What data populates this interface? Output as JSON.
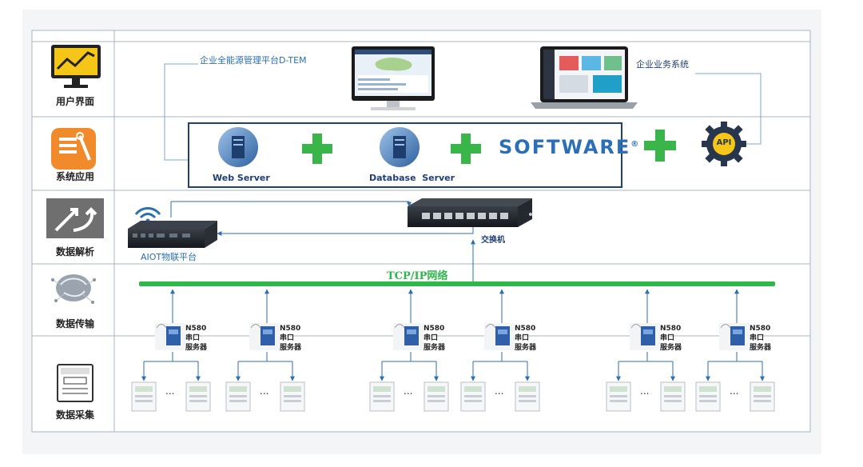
{
  "layers": [
    {
      "id": "ui",
      "label": "用户界面",
      "icon": "chart-monitor-icon"
    },
    {
      "id": "app",
      "label": "系统应用",
      "icon": "tools-icon"
    },
    {
      "id": "parse",
      "label": "数据解析",
      "icon": "exchange-arrows-icon"
    },
    {
      "id": "transfer",
      "label": "数据传输",
      "icon": "brain-network-icon"
    },
    {
      "id": "collect",
      "label": "数据采集",
      "icon": "energy-meter-icon"
    }
  ],
  "ui_layer": {
    "platform_label": "企业全能源管理平台D-TEM",
    "business_label": "企业业务系统"
  },
  "software_box": {
    "web_server_label": "Web Server",
    "db_server_label": "Database  Server",
    "software_label": "SOFTWARE",
    "software_mark": "®",
    "api_label": "API"
  },
  "parse_layer": {
    "aiot_label": "AIOT物联平台",
    "switch_label": "交换机"
  },
  "network": {
    "label": "TCP/IP网络",
    "color": "#2db84a"
  },
  "serial_servers": [
    {
      "model": "N580",
      "line1": "串口",
      "line2": "服务器"
    },
    {
      "model": "N580",
      "line1": "串口",
      "line2": "服务器"
    },
    {
      "model": "N580",
      "line1": "串口",
      "line2": "服务器"
    },
    {
      "model": "N580",
      "line1": "串口",
      "line2": "服务器"
    },
    {
      "model": "N580",
      "line1": "串口",
      "line2": "服务器"
    },
    {
      "model": "N580",
      "line1": "串口",
      "line2": "服务器"
    }
  ],
  "meter_group_ellipsis": "...",
  "colors": {
    "frame": "#a8b4c4",
    "box_border": "#1f3f7a",
    "accent_blue": "#2a6fb7",
    "plus_green": "#3ab54a",
    "orange": "#f08a2a",
    "icon_gray": "#666666"
  }
}
